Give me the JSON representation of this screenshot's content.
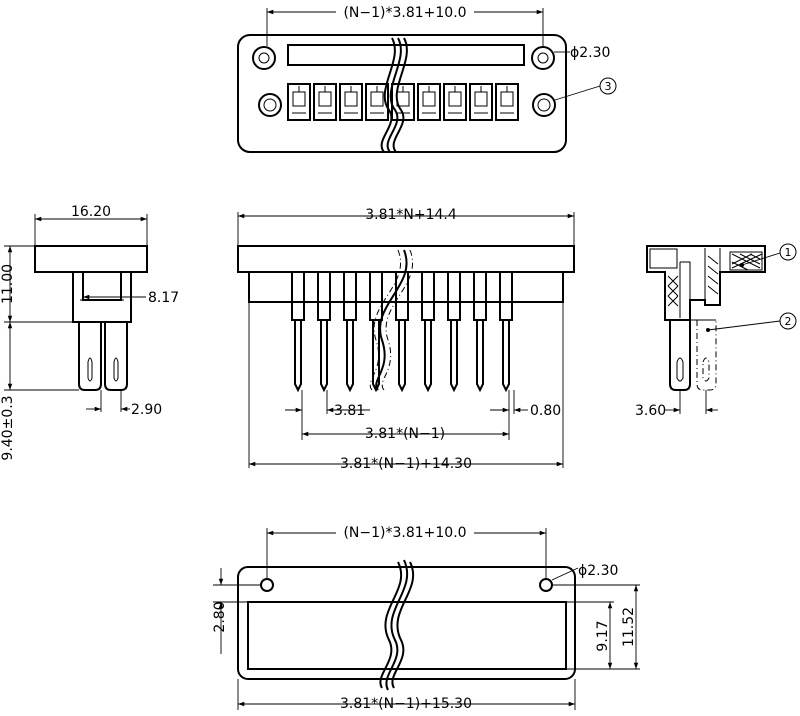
{
  "top_view": {
    "dim_width": "(N−1)*3.81+10.0",
    "dim_hole": "ϕ2.30",
    "callout": "3"
  },
  "side_view": {
    "dim_width": "16.20",
    "dim_height": "11.00",
    "dim_step": "8.17",
    "dim_pin_len": "9.40±0.3",
    "dim_pin_gap": "2.90"
  },
  "front_view": {
    "dim_overall": "3.81*N+14.4",
    "dim_pitch": "3.81",
    "dim_pin": "0.80",
    "dim_span": "3.81*(N−1)",
    "dim_total": "3.81*(N−1)+14.30"
  },
  "section_view": {
    "callout_1": "1",
    "callout_2": "2",
    "dim_offset": "3.60"
  },
  "bottom_view": {
    "dim_holes": "(N−1)*3.81+10.0",
    "dim_hole": "ϕ2.30",
    "dim_top": "2.80",
    "dim_inner": "9.17",
    "dim_outer": "11.52",
    "dim_total": "3.81*(N−1)+15.30"
  }
}
